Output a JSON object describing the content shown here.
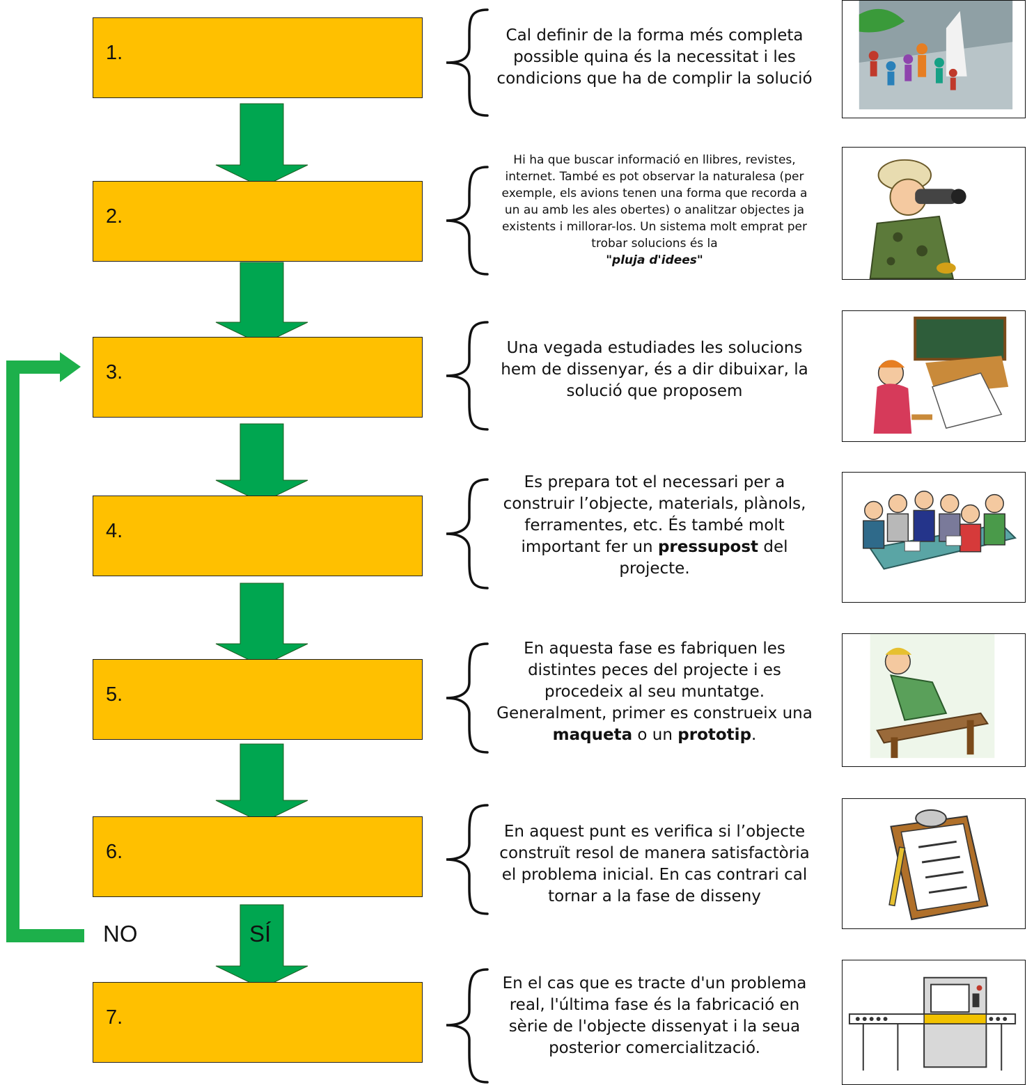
{
  "colors": {
    "box": "#FFC000",
    "arrow": "#00A650",
    "feedback": "#1DB04B"
  },
  "steps": [
    {
      "number": "1.",
      "text": [
        "Cal definir de la forma més completa possible quina és la necessitat i les condicions que ha de complir la solució"
      ],
      "image": "children-group-icon"
    },
    {
      "number": "2.",
      "text": [
        "Hi ha que buscar  informació en llibres, revistes, internet. També es pot observar la naturalesa (per exemple, els avions tenen una forma que recorda a un au amb les ales obertes) o analitzar objectes ja existents i millorar-los. Un sistema molt emprat per trobar solucions és la",
        "\"pluja d'idees\""
      ],
      "image": "explorer-binoculars-icon"
    },
    {
      "number": "3.",
      "text": [
        "Una vegada estudiades les solucions hem de dissenyar, és a dir dibuixar, la solució que proposem"
      ],
      "image": "student-drawing-icon"
    },
    {
      "number": "4.",
      "text": [
        "Es prepara tot el necessari per a construir l’objecte, materials, plànols, ferramentes, etc. És també molt important fer un",
        "pressupost",
        "del projecte."
      ],
      "image": "meeting-table-icon"
    },
    {
      "number": "5.",
      "text": [
        "En aquesta fase es fabriquen les distintes peces del projecte i es procedeix al seu muntatge. Generalment, primer es construeix una",
        "maqueta",
        "o un",
        "prototip",
        "."
      ],
      "image": "carpenter-icon"
    },
    {
      "number": "6.",
      "text": [
        "En aquest punt es verifica si  l’objecte construït resol de manera satisfactòria el problema inicial. En cas contrari cal tornar a la fase de disseny"
      ],
      "image": "clipboard-checklist-icon"
    },
    {
      "number": "7.",
      "text": [
        "En el cas que es tracte d'un problema real, l'última fase és la fabricació en sèrie de l'objecte dissenyat i la seua posterior comercialització."
      ],
      "image": "factory-machine-icon"
    }
  ],
  "labels": {
    "no": "NO",
    "yes": "SÍ"
  }
}
